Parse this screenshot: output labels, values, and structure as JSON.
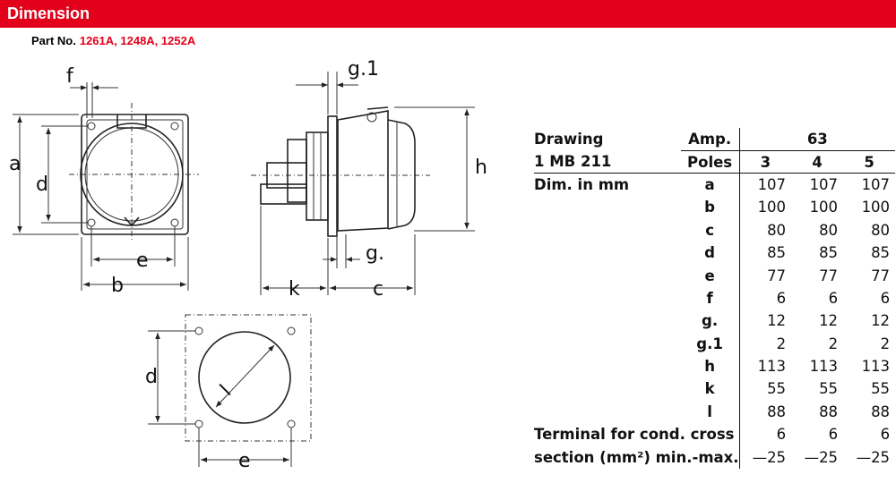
{
  "header": {
    "title": "Dimension",
    "color": "#e2001a"
  },
  "part": {
    "label": "Part No.",
    "value": "1261A, 1248A, 1252A"
  },
  "drawing": {
    "front_labels": {
      "f": "f",
      "a": "a",
      "d": "d",
      "e": "e",
      "b": "b"
    },
    "side_labels": {
      "g1": "g.1",
      "h": "h",
      "g": "g.",
      "k": "k",
      "c": "c"
    },
    "cutout_labels": {
      "d": "d",
      "l": "l",
      "e": "e"
    }
  },
  "table": {
    "drawing_label": "Drawing",
    "drawing_code": "1 MB 211",
    "amp_label": "Amp.",
    "amp_value": "63",
    "poles_label": "Poles",
    "poles": [
      "3",
      "4",
      "5"
    ],
    "dim_label": "Dim. in mm",
    "rows": [
      {
        "sym": "a",
        "vals": [
          "107",
          "107",
          "107"
        ]
      },
      {
        "sym": "b",
        "vals": [
          "100",
          "100",
          "100"
        ]
      },
      {
        "sym": "c",
        "vals": [
          "80",
          "80",
          "80"
        ]
      },
      {
        "sym": "d",
        "vals": [
          "85",
          "85",
          "85"
        ]
      },
      {
        "sym": "e",
        "vals": [
          "77",
          "77",
          "77"
        ]
      },
      {
        "sym": "f",
        "vals": [
          "6",
          "6",
          "6"
        ]
      },
      {
        "sym": "g.",
        "vals": [
          "12",
          "12",
          "12"
        ]
      },
      {
        "sym": "g.1",
        "vals": [
          "2",
          "2",
          "2"
        ]
      },
      {
        "sym": "h",
        "vals": [
          "113",
          "113",
          "113"
        ]
      },
      {
        "sym": "k",
        "vals": [
          "55",
          "55",
          "55"
        ]
      },
      {
        "sym": "l",
        "vals": [
          "88",
          "88",
          "88"
        ]
      }
    ],
    "terminal_label_1": "Terminal for cond. cross",
    "terminal_label_2": "section (mm²) min.-max.",
    "terminal_min": [
      "6",
      "6",
      "6"
    ],
    "terminal_max": [
      "—25",
      "—25",
      "—25"
    ]
  }
}
